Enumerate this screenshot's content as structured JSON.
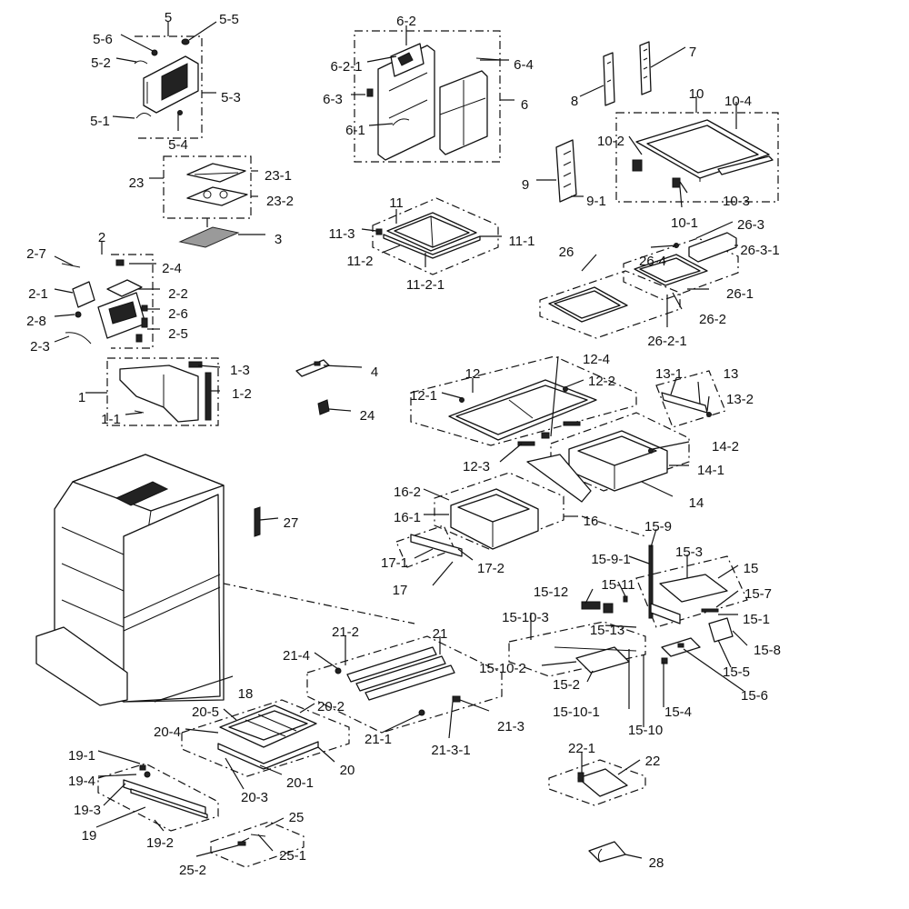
{
  "labels": [
    {
      "id": "5",
      "text": "5"
    },
    {
      "id": "5-6",
      "text": "5-6"
    },
    {
      "id": "5-5",
      "text": "5-5"
    },
    {
      "id": "5-2",
      "text": "5-2"
    },
    {
      "id": "5-3",
      "text": "5-3"
    },
    {
      "id": "5-1",
      "text": "5-1"
    },
    {
      "id": "5-4",
      "text": "5-4"
    },
    {
      "id": "6-2",
      "text": "6-2"
    },
    {
      "id": "6-2-1",
      "text": "6-2-1"
    },
    {
      "id": "6-4",
      "text": "6-4"
    },
    {
      "id": "6-3",
      "text": "6-3"
    },
    {
      "id": "6",
      "text": "6"
    },
    {
      "id": "6-1",
      "text": "6-1"
    },
    {
      "id": "7",
      "text": "7"
    },
    {
      "id": "8",
      "text": "8"
    },
    {
      "id": "10",
      "text": "10"
    },
    {
      "id": "10-4",
      "text": "10-4"
    },
    {
      "id": "10-2",
      "text": "10-2"
    },
    {
      "id": "9",
      "text": "9"
    },
    {
      "id": "9-1",
      "text": "9-1"
    },
    {
      "id": "10-3",
      "text": "10-3"
    },
    {
      "id": "10-1",
      "text": "10-1"
    },
    {
      "id": "23",
      "text": "23"
    },
    {
      "id": "23-1",
      "text": "23-1"
    },
    {
      "id": "23-2",
      "text": "23-2"
    },
    {
      "id": "3",
      "text": "3"
    },
    {
      "id": "11",
      "text": "11"
    },
    {
      "id": "11-3",
      "text": "11-3"
    },
    {
      "id": "11-1",
      "text": "11-1"
    },
    {
      "id": "11-2",
      "text": "11-2"
    },
    {
      "id": "11-2-1",
      "text": "11-2-1"
    },
    {
      "id": "2",
      "text": "2"
    },
    {
      "id": "2-7",
      "text": "2-7"
    },
    {
      "id": "2-4",
      "text": "2-4"
    },
    {
      "id": "2-1",
      "text": "2-1"
    },
    {
      "id": "2-2",
      "text": "2-2"
    },
    {
      "id": "2-8",
      "text": "2-8"
    },
    {
      "id": "2-6",
      "text": "2-6"
    },
    {
      "id": "2-5",
      "text": "2-5"
    },
    {
      "id": "2-3",
      "text": "2-3"
    },
    {
      "id": "26-4",
      "text": "26-4"
    },
    {
      "id": "26-3",
      "text": "26-3"
    },
    {
      "id": "26",
      "text": "26"
    },
    {
      "id": "26-3-1",
      "text": "26-3-1"
    },
    {
      "id": "26-1",
      "text": "26-1"
    },
    {
      "id": "26-2",
      "text": "26-2"
    },
    {
      "id": "26-2-1",
      "text": "26-2-1"
    },
    {
      "id": "1",
      "text": "1"
    },
    {
      "id": "1-3",
      "text": "1-3"
    },
    {
      "id": "1-2",
      "text": "1-2"
    },
    {
      "id": "1-1",
      "text": "1-1"
    },
    {
      "id": "4",
      "text": "4"
    },
    {
      "id": "24",
      "text": "24"
    },
    {
      "id": "12-4",
      "text": "12-4"
    },
    {
      "id": "12",
      "text": "12"
    },
    {
      "id": "12-2",
      "text": "12-2"
    },
    {
      "id": "12-1",
      "text": "12-1"
    },
    {
      "id": "12-3",
      "text": "12-3"
    },
    {
      "id": "13-1",
      "text": "13-1"
    },
    {
      "id": "13",
      "text": "13"
    },
    {
      "id": "13-2",
      "text": "13-2"
    },
    {
      "id": "14-2",
      "text": "14-2"
    },
    {
      "id": "14-1",
      "text": "14-1"
    },
    {
      "id": "14",
      "text": "14"
    },
    {
      "id": "16-2",
      "text": "16-2"
    },
    {
      "id": "16-1",
      "text": "16-1"
    },
    {
      "id": "16",
      "text": "16"
    },
    {
      "id": "17-1",
      "text": "17-1"
    },
    {
      "id": "17-2",
      "text": "17-2"
    },
    {
      "id": "17",
      "text": "17"
    },
    {
      "id": "27",
      "text": "27"
    },
    {
      "id": "15-9",
      "text": "15-9"
    },
    {
      "id": "15-9-1",
      "text": "15-9-1"
    },
    {
      "id": "15-3",
      "text": "15-3"
    },
    {
      "id": "15",
      "text": "15"
    },
    {
      "id": "15-12",
      "text": "15-12"
    },
    {
      "id": "15-11",
      "text": "15-11"
    },
    {
      "id": "15-7",
      "text": "15-7"
    },
    {
      "id": "15-10-3",
      "text": "15-10-3"
    },
    {
      "id": "15-1",
      "text": "15-1"
    },
    {
      "id": "15-13",
      "text": "15-13"
    },
    {
      "id": "15-8",
      "text": "15-8"
    },
    {
      "id": "15-10-2",
      "text": "15-10-2"
    },
    {
      "id": "15-5",
      "text": "15-5"
    },
    {
      "id": "15-2",
      "text": "15-2"
    },
    {
      "id": "15-6",
      "text": "15-6"
    },
    {
      "id": "15-10-1",
      "text": "15-10-1"
    },
    {
      "id": "15-4",
      "text": "15-4"
    },
    {
      "id": "15-10",
      "text": "15-10"
    },
    {
      "id": "21-2",
      "text": "21-2"
    },
    {
      "id": "21",
      "text": "21"
    },
    {
      "id": "21-4",
      "text": "21-4"
    },
    {
      "id": "21-1",
      "text": "21-1"
    },
    {
      "id": "21-3",
      "text": "21-3"
    },
    {
      "id": "21-3-1",
      "text": "21-3-1"
    },
    {
      "id": "18",
      "text": "18"
    },
    {
      "id": "20-5",
      "text": "20-5"
    },
    {
      "id": "20-2",
      "text": "20-2"
    },
    {
      "id": "20-4",
      "text": "20-4"
    },
    {
      "id": "20",
      "text": "20"
    },
    {
      "id": "20-1",
      "text": "20-1"
    },
    {
      "id": "20-3",
      "text": "20-3"
    },
    {
      "id": "19-1",
      "text": "19-1"
    },
    {
      "id": "19-4",
      "text": "19-4"
    },
    {
      "id": "19-3",
      "text": "19-3"
    },
    {
      "id": "19",
      "text": "19"
    },
    {
      "id": "19-2",
      "text": "19-2"
    },
    {
      "id": "25",
      "text": "25"
    },
    {
      "id": "25-1",
      "text": "25-1"
    },
    {
      "id": "25-2",
      "text": "25-2"
    },
    {
      "id": "22-1",
      "text": "22-1"
    },
    {
      "id": "22",
      "text": "22"
    },
    {
      "id": "28",
      "text": "28"
    }
  ]
}
